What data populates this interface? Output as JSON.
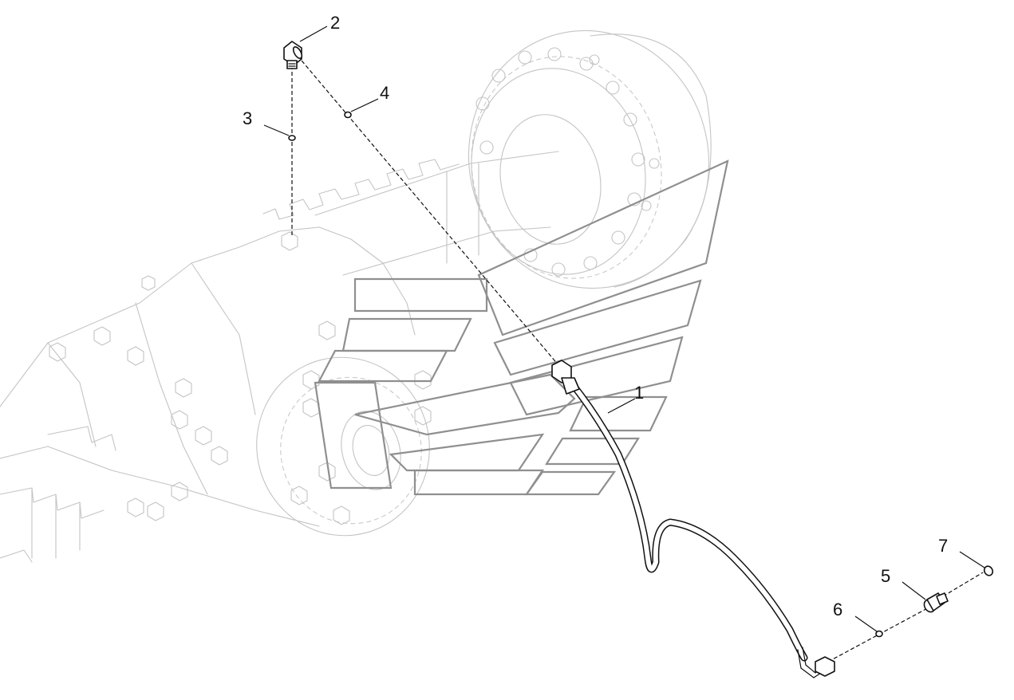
{
  "callouts": [
    {
      "id": "1",
      "label": "1"
    },
    {
      "id": "2",
      "label": "2"
    },
    {
      "id": "3",
      "label": "3"
    },
    {
      "id": "4",
      "label": "4"
    },
    {
      "id": "5",
      "label": "5"
    },
    {
      "id": "6",
      "label": "6"
    },
    {
      "id": "7",
      "label": "7"
    }
  ],
  "colors": {
    "line": "#111111",
    "ghost_line": "#c4c4c4",
    "watermark": "#8f8f8f",
    "background": "#ffffff"
  }
}
